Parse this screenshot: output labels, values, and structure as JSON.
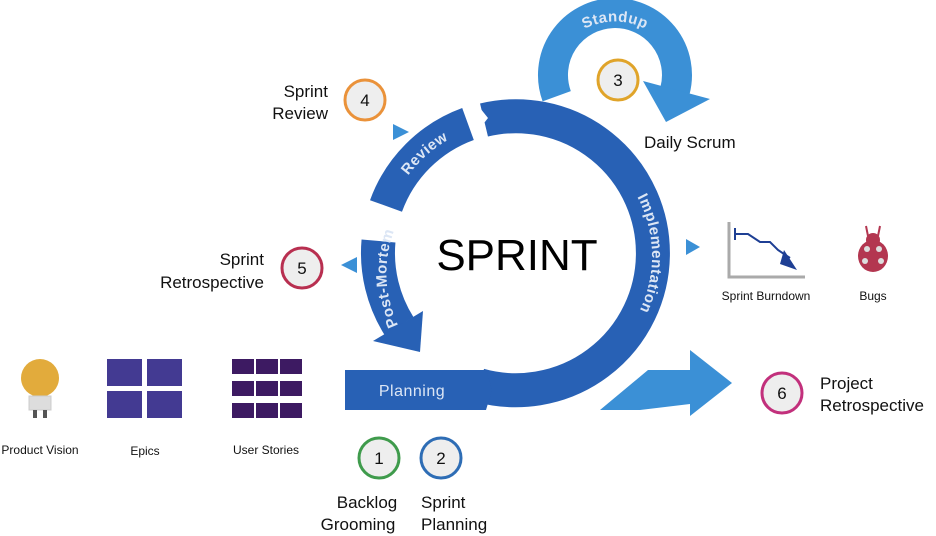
{
  "center_title": "SPRINT",
  "phases": {
    "standup": "Standup",
    "review": "Review",
    "post_mortem": "Post-Mortem",
    "implementation": "Implementation",
    "planning": "Planning"
  },
  "steps": [
    {
      "number": "1",
      "label_line1": "Backlog",
      "label_line2": "Grooming",
      "color": "#3f9b4c"
    },
    {
      "number": "2",
      "label_line1": "Sprint",
      "label_line2": "Planning",
      "color": "#2e6db5"
    },
    {
      "number": "3",
      "label_line1": "Daily Scrum",
      "label_line2": "",
      "color": "#e0a42a"
    },
    {
      "number": "4",
      "label_line1": "Sprint",
      "label_line2": "Review",
      "color": "#ea923a"
    },
    {
      "number": "5",
      "label_line1": "Sprint",
      "label_line2": "Retrospective",
      "color": "#b82f50"
    },
    {
      "number": "6",
      "label_line1": "Project",
      "label_line2": "Retrospective",
      "color": "#c2307c"
    }
  ],
  "artifacts": {
    "product_vision": "Product Vision",
    "epics": "Epics",
    "user_stories": "User Stories",
    "sprint_burndown": "Sprint Burndown",
    "bugs": "Bugs"
  },
  "colors": {
    "ring_blue": "#2861b5",
    "light_blue": "#3b90d6",
    "epic_purple": "#433a92",
    "story_purple": "#3d1a62",
    "bulb": "#e2ab3c",
    "bug": "#b33650"
  }
}
